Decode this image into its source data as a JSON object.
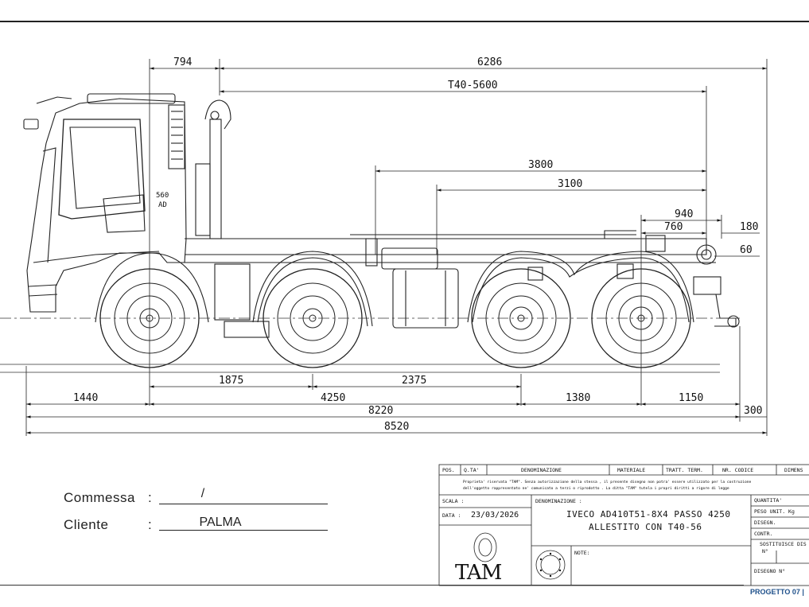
{
  "dimensions": {
    "front_overhang": "794",
    "overall_top": "6286",
    "body_length": "T40-5600",
    "d3800": "3800",
    "d3100": "3100",
    "d940": "940",
    "d760": "760",
    "d180": "180",
    "d60": "60",
    "d1875": "1875",
    "d2375": "2375",
    "d1440": "1440",
    "d4250": "4250",
    "d1380": "1380",
    "d1150": "1150",
    "d8220": "8220",
    "d300": "300",
    "d8520": "8520",
    "cab_560": "560",
    "cab_ad": "AD"
  },
  "order": {
    "commessa_label": "Commessa",
    "commessa_value": "/",
    "cliente_label": "Cliente",
    "cliente_value": "PALMA",
    "colon": ":"
  },
  "title_block": {
    "headers": [
      "POS.",
      "Q.TA'",
      "DENOMINAZIONE",
      "MATERIALE",
      "TRATT. TERM.",
      "NR. CODICE",
      "DIMENS"
    ],
    "notice_line1": "Proprieta' riservata \"TAM\". Senza autorizzazione della stessa , il presente disegno non potra' essere utilizzato per la costruzione",
    "notice_line2": "dell'oggetto rappresentato ne' comunicato a terzi o riprodotto . La ditta \"TAM\" tutela i propri diritti a rigore di legge",
    "scala_label": "SCALA :",
    "data_label": "DATA :",
    "data_value": "23/03/2026",
    "denominazione_label": "DENOMINAZIONE :",
    "denominazione_line1": "IVECO AD410T51-8X4 PASSO 4250",
    "denominazione_line2": "ALLESTITO CON T40-56",
    "note_label": "NOTE:",
    "quantita_label": "QUANTITA'",
    "peso_label": "PESO UNIT. Kg",
    "disegn_label": "DISEGN.",
    "contr_label": "CONTR.",
    "sostituisce_label": "SOSTITUISCE DIS",
    "n_label": "N°",
    "disegno_n_label": "DISEGNO N°",
    "logo_text": "TAM"
  },
  "footer": {
    "text": "PROGETTO 07 |"
  }
}
